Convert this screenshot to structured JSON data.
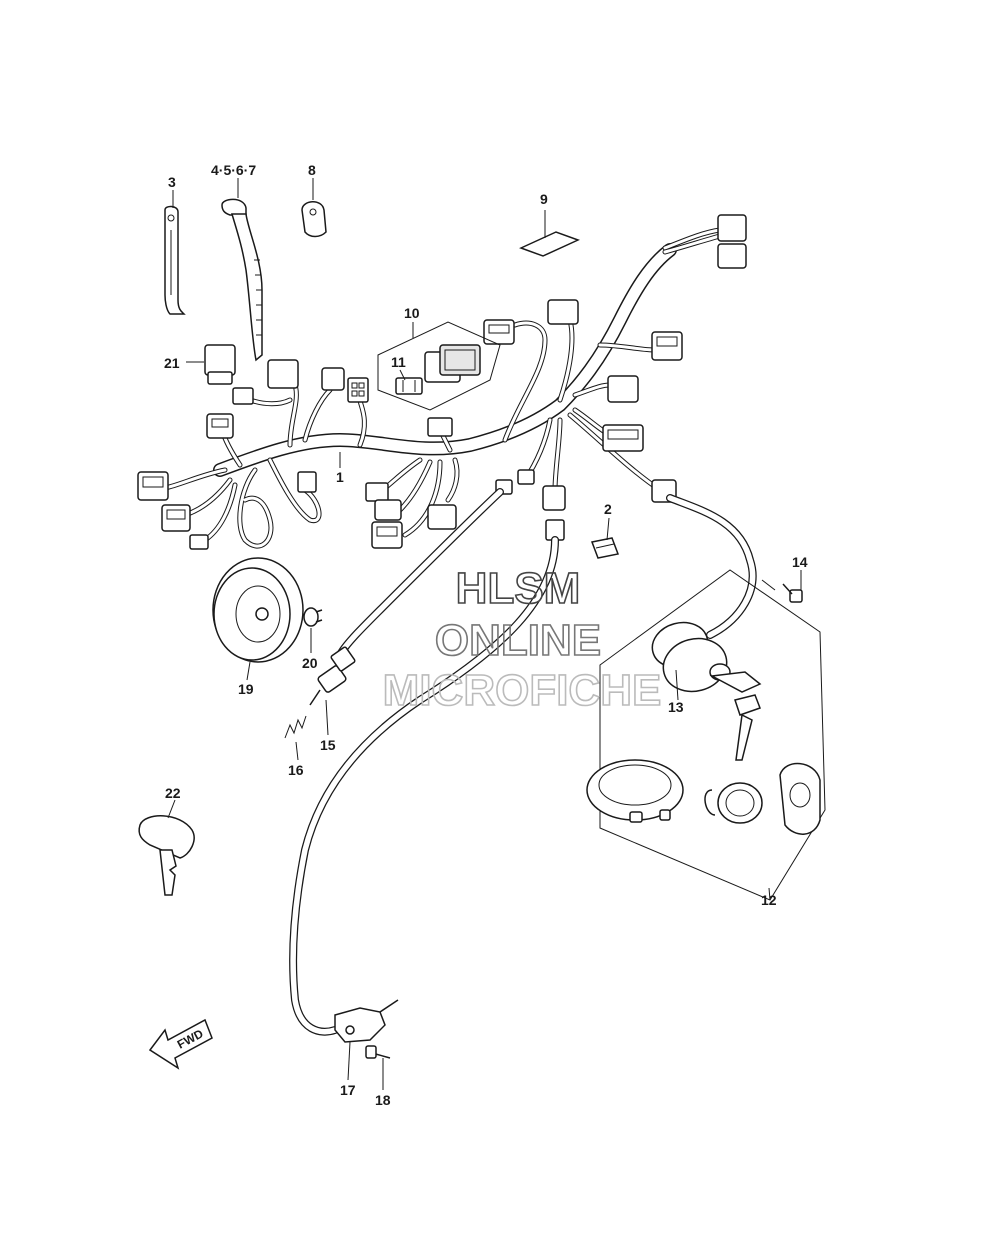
{
  "watermark": {
    "line1": "HLSM",
    "line2": "ONLINE",
    "line3": "MICROFICHE",
    "color": "#999999"
  },
  "callouts": {
    "p1": "1",
    "p2": "2",
    "p3": "3",
    "p4567": "4·5·6·7",
    "p8": "8",
    "p9": "9",
    "p10": "10",
    "p11": "11",
    "p12": "12",
    "p13": "13",
    "p14": "14",
    "p15": "15",
    "p16": "16",
    "p17": "17",
    "p18": "18",
    "p19": "19",
    "p20": "20",
    "p21": "21",
    "p22": "22"
  },
  "direction_arrow": {
    "label": "FWD"
  },
  "colors": {
    "line": "#1a1a1a",
    "background": "#ffffff"
  },
  "icons": [
    "wiring-harness-icon",
    "horn-icon",
    "key-icon",
    "ignition-switch-icon",
    "fuel-cap-icon",
    "relay-icon",
    "fuse-icon",
    "cable-clamp-icon",
    "brake-switch-icon",
    "spring-icon",
    "bolt-icon",
    "forward-arrow-icon"
  ]
}
